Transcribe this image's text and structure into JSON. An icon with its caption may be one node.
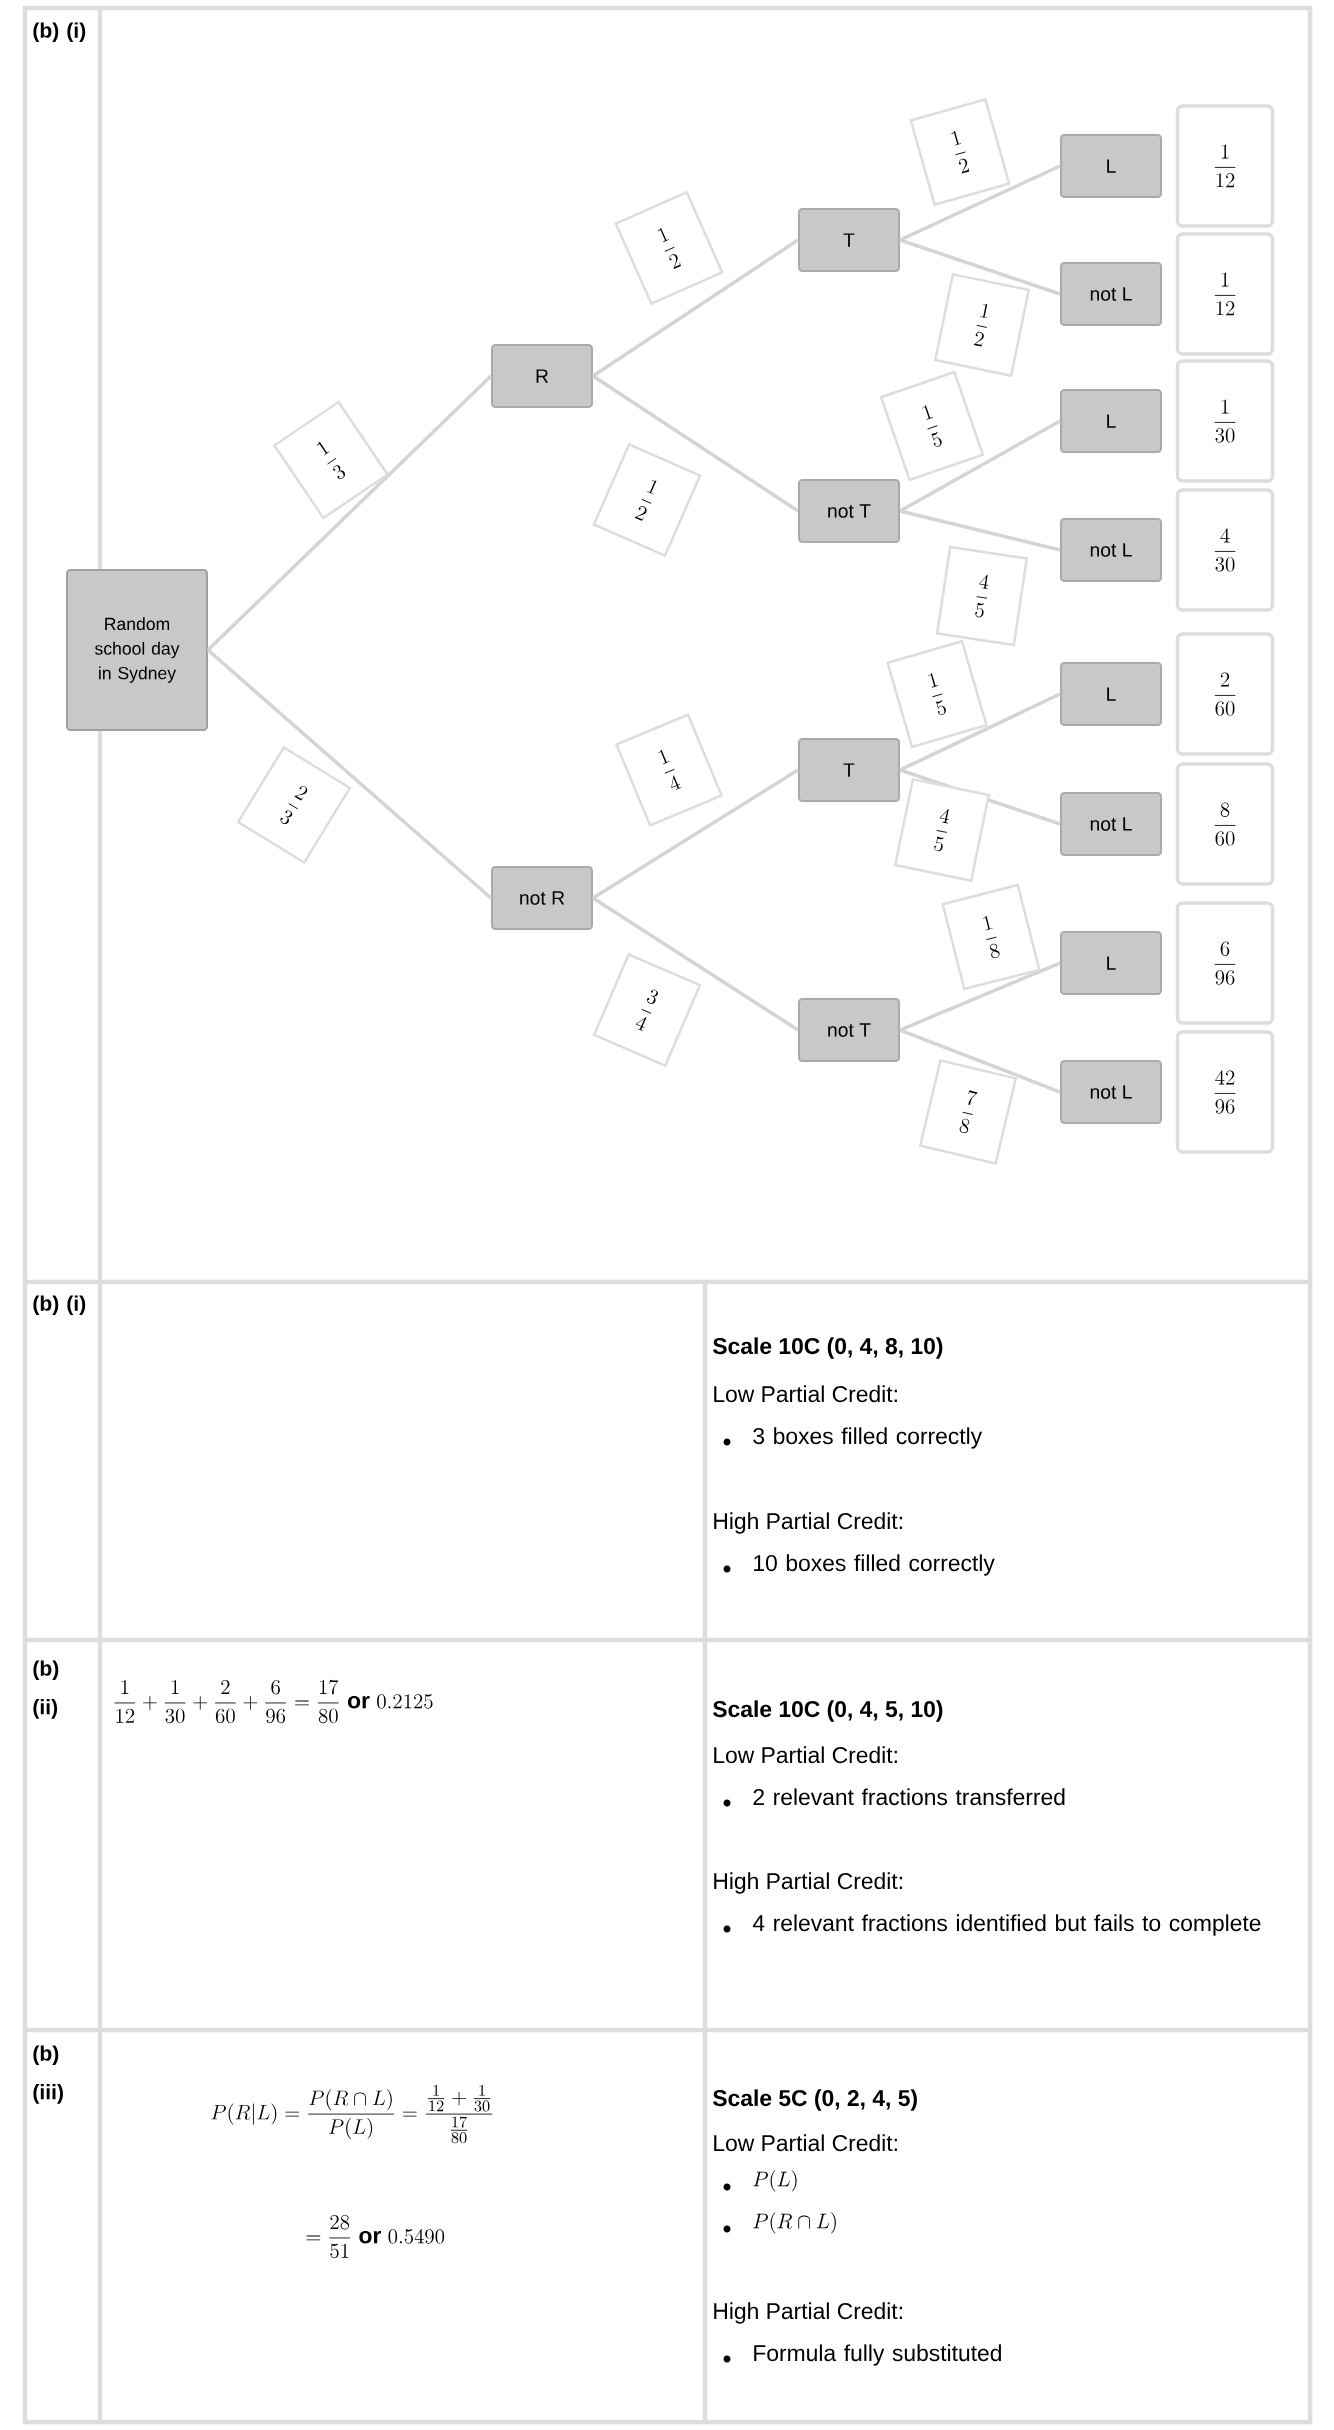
{
  "diagram": {
    "nodes": [
      {
        "text": [
          "Random school day in Sydney"
        ]
      },
      {
        "text": [
          "R"
        ]
      },
      {
        "text": [
          "not R"
        ]
      },
      {
        "text": [
          "T"
        ]
      },
      {
        "text": [
          "not T"
        ]
      },
      {
        "text": [
          "T"
        ]
      },
      {
        "text": [
          "not T"
        ]
      },
      {
        "text": [
          "L"
        ]
      },
      {
        "text": [
          "not L"
        ]
      },
      {
        "text": [
          "L"
        ]
      },
      {
        "text": [
          "not L"
        ]
      },
      {
        "text": [
          "L"
        ]
      },
      {
        "text": [
          "not L"
        ]
      },
      {
        "text": [
          "L"
        ]
      },
      {
        "text": [
          "not L"
        ]
      },
      {
        "text": [
          "\\frac{1}{12}"
        ]
      },
      {
        "text": [
          "\\frac{1}{12}"
        ]
      },
      {
        "text": [
          "\\frac{1}{30}"
        ]
      },
      {
        "text": [
          "\\frac{4}{30}"
        ]
      },
      {
        "text": [
          "\\frac{2}{60}"
        ]
      },
      {
        "text": [
          "\\frac{8}{60}"
        ]
      },
      {
        "text": [
          "\\frac{6}{96}"
        ]
      },
      {
        "text": [
          "\\frac{42}{96}"
        ]
      }
    ],
    "edges": [
      {
        "from": 0,
        "to": 1,
        "arrow": "none",
        "label": "\\frac{1}{3}"
      },
      {
        "from": 0,
        "to": 2,
        "arrow": "none",
        "label": "\\frac{2}{3}"
      },
      {
        "from": 1,
        "to": 3,
        "arrow": "none",
        "label": "\\frac{1}{2}"
      },
      {
        "from": 1,
        "to": 4,
        "arrow": "none",
        "label": "\\frac{1}{2}"
      },
      {
        "from": 2,
        "to": 5,
        "arrow": "none",
        "label": "\\frac{1}{4}"
      },
      {
        "from": 2,
        "to": 6,
        "arrow": "none",
        "label": "\\frac{3}{4}"
      },
      {
        "from": 3,
        "to": 7,
        "arrow": "none",
        "label": "\\frac{1}{2}"
      },
      {
        "from": 3,
        "to": 8,
        "arrow": "none",
        "label": "\\frac{1}{2}"
      },
      {
        "from": 4,
        "to": 9,
        "arrow": "none",
        "label": "\\frac{1}{5}"
      },
      {
        "from": 4,
        "to": 10,
        "arrow": "none",
        "label": "\\frac{4}{5}"
      },
      {
        "from": 5,
        "to": 11,
        "arrow": "none",
        "label": "\\frac{1}{5}"
      },
      {
        "from": 5,
        "to": 12,
        "arrow": "none",
        "label": "\\frac{4}{5}"
      },
      {
        "from": 6,
        "to": 13,
        "arrow": "none",
        "label": "\\frac{1}{8}"
      },
      {
        "from": 6,
        "to": 14,
        "arrow": "none",
        "label": "\\frac{7}{8}"
      }
    ],
    "labels": [
      "(b) (i)",
      "(b) (i)",
      "Scale 10C (0, 4, 8, 10)",
      "Low Partial Credit:",
      "3 boxes filled correctly",
      "High Partial Credit:",
      "10 boxes filled correctly",
      "(b) (ii)",
      "\\frac{1}{12}+\\frac{1}{30}+\\frac{2}{60}+\\frac{6}{96}=\\frac{17}{80}\\ \\textbf{or}\\ 0.2125",
      "Scale 10C (0, 4, 5, 10)",
      "Low Partial Credit:",
      "2 relevant fractions transferred",
      "High Partial Credit:",
      "4 relevant fractions identified but fails to complete",
      "(b) (iii)",
      "P(R|L)=\\frac{P(R\\cap L)}{P(L)}=\\frac{\\frac{1}{12}+\\frac{1}{30}}{\\frac{17}{80}}",
      "=\\frac{28}{51}\\ \\textbf{or}\\ 0.5490",
      "Scale 5C (0, 2, 4, 5)",
      "Low Partial Credit:",
      "P(L)",
      "P(R\\cap L)",
      "High Partial Credit:",
      "Formula fully substituted"
    ]
  }
}
